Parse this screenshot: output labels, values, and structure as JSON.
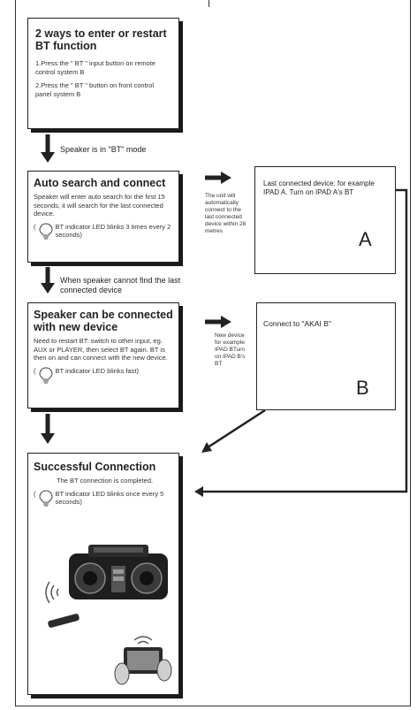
{
  "step1": {
    "title": "2 ways to enter or restart BT function",
    "item1": "1.Press the \" BT \" input button on remote control system B",
    "item2": "2.Press the \" BT \" button on front control panel system B"
  },
  "mode_label": "Speaker is in \"BT\" mode",
  "step2": {
    "title": "Auto search and connect",
    "text": "Speaker will enter auto search for the first 15 seconds, it will search for the last connected device.",
    "led_open": "(",
    "led": "BT indicator LED blinks 3 times every 2 seconds)"
  },
  "note_a": "The unit will automatically connect to the last connected device within 28 metres",
  "box_a": {
    "text": "Last connected device: for example IPAD A. Turn on IPAD A's BT",
    "letter": "A"
  },
  "cannot_find": "When speaker cannot find the last connected device",
  "step3": {
    "title": "Speaker can be connected with new device",
    "text": "Need to restart BT: switch to other input, eg. AUX or PLAYER, then select BT again. BT is then on and can connect with the new device.",
    "led_open": "(",
    "led": "BT indicator LED blinks fast)"
  },
  "note_b": "New device for example IPAD BTurn on IPAD B's BT",
  "box_b": {
    "text": "Connect to \"AKAI B\"",
    "letter": "B"
  },
  "step4": {
    "title": "Successful Connection",
    "text": "The BT connection is completed.",
    "led_open": "(",
    "led": "BT indicator LED blinks once every 5 seconds)"
  },
  "colors": {
    "ink": "#222222",
    "shadow": "#1a1a1a",
    "paper": "#ffffff"
  }
}
